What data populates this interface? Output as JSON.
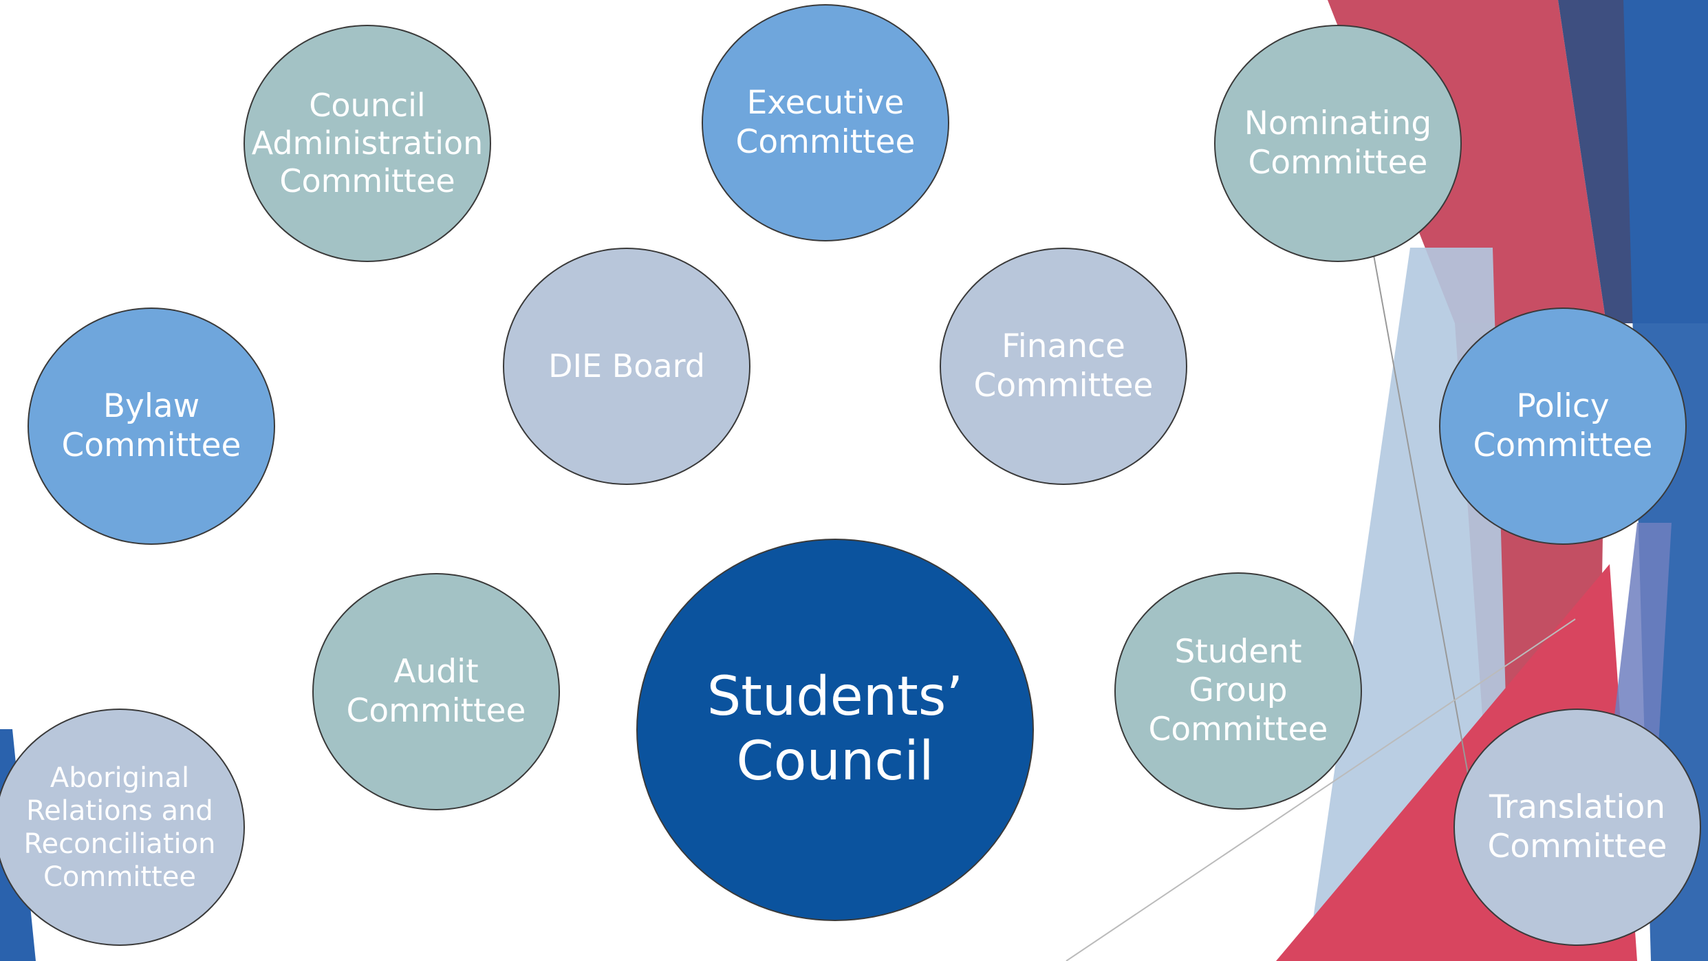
{
  "diagram": {
    "center": {
      "label": "Students’\nCouncil"
    },
    "committees": {
      "council_administration": "Council\nAdministration\nCommittee",
      "executive": "Executive\nCommittee",
      "nominating": "Nominating\nCommittee",
      "bylaw": "Bylaw\nCommittee",
      "die_board": "DIE Board",
      "finance": "Finance\nCommittee",
      "policy": "Policy\nCommittee",
      "audit": "Audit\nCommittee",
      "student_group": "Student Group\nCommittee",
      "aboriginal": "Aboriginal\nRelations and\nReconciliation\nCommittee",
      "translation": "Translation\nCommittee"
    }
  },
  "colors": {
    "teal_node": "#a3c2c5",
    "blue_node": "#6fa6dc",
    "lavender_node": "#b8c6da",
    "center_node": "#0b539e",
    "accent_red": "#d8455f",
    "accent_navy": "#3e4f80",
    "accent_blue": "#2a62ad"
  }
}
